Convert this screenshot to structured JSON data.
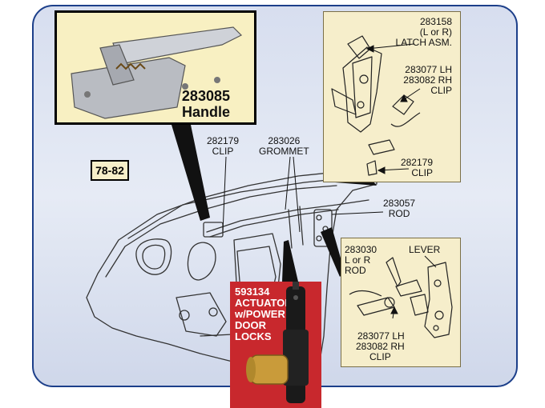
{
  "badge": {
    "year_range": "78-82"
  },
  "handle_panel": {
    "part_number": "283085",
    "name": "Handle"
  },
  "labels": {
    "clip_top": [
      "282179",
      "CLIP"
    ],
    "grommet": [
      "283026",
      "GROMMET"
    ],
    "rod": [
      "283057",
      "ROD"
    ]
  },
  "latch_panel": {
    "latch": [
      "283158",
      "(L or R)",
      "LATCH ASM."
    ],
    "clip_lh_rh": [
      "283077  LH",
      "283082  RH",
      "CLIP"
    ],
    "clip_bottom": [
      "282179",
      "CLIP"
    ]
  },
  "lever_panel": {
    "rod": [
      "283030",
      "L or R",
      "ROD"
    ],
    "lever": "LEVER",
    "clip_lh_rh": [
      "283077  LH",
      "283082  RH",
      "CLIP"
    ]
  },
  "actuator_panel": {
    "lines": [
      "593134",
      "ACTUATOR",
      "w/POWER",
      "DOOR",
      "LOCKS"
    ]
  },
  "colors": {
    "frame_border": "#1c3f8a",
    "panel_fill": "#f6eecb",
    "actuator_red": "#c8282d"
  }
}
